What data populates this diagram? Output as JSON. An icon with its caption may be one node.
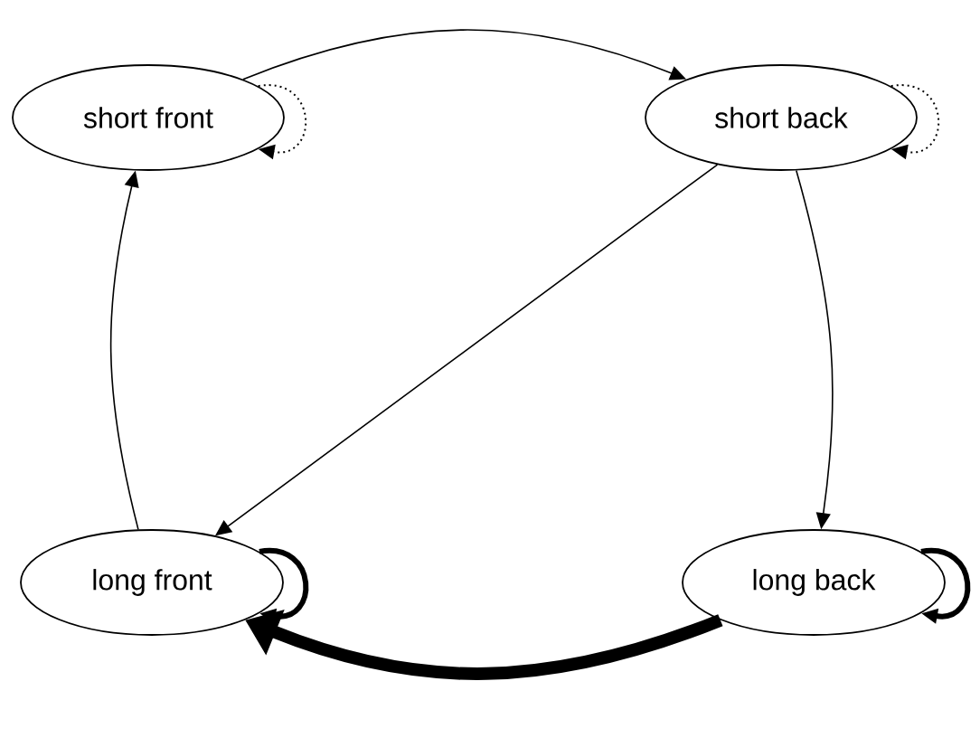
{
  "diagram": {
    "nodes": [
      {
        "text": [
          "short front"
        ]
      },
      {
        "text": [
          "short back"
        ]
      },
      {
        "text": [
          "long front"
        ]
      },
      {
        "text": [
          "long back"
        ]
      }
    ],
    "edges": [
      {
        "from": 0,
        "to": 1,
        "arrow": "to"
      },
      {
        "from": 0,
        "to": 0,
        "arrow": "to",
        "style": "dashed"
      },
      {
        "from": 1,
        "to": 1,
        "arrow": "to",
        "style": "dashed"
      },
      {
        "from": 1,
        "to": 2,
        "arrow": "to"
      },
      {
        "from": 1,
        "to": 3,
        "arrow": "to"
      },
      {
        "from": 2,
        "to": 0,
        "arrow": "to"
      },
      {
        "from": 2,
        "to": 2,
        "arrow": "to",
        "style": "thick"
      },
      {
        "from": 3,
        "to": 3,
        "arrow": "to",
        "style": "thick"
      },
      {
        "from": 3,
        "to": 2,
        "arrow": "to",
        "style": "thick"
      }
    ]
  }
}
